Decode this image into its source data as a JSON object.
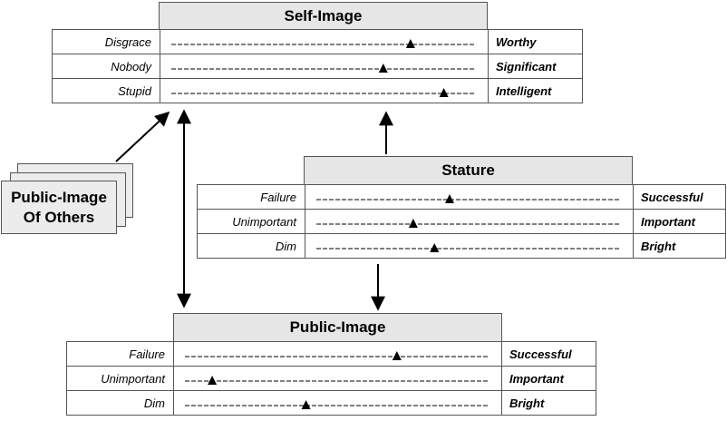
{
  "self_image": {
    "title": "Self-Image",
    "rows": [
      {
        "left": "Disgrace",
        "right": "Worthy",
        "value": 0.79
      },
      {
        "left": "Nobody",
        "right": "Significant",
        "value": 0.7
      },
      {
        "left": "Stupid",
        "right": "Intelligent",
        "value": 0.9
      }
    ]
  },
  "stature": {
    "title": "Stature",
    "rows": [
      {
        "left": "Failure",
        "right": "Successful",
        "value": 0.44
      },
      {
        "left": "Unimportant",
        "right": "Important",
        "value": 0.32
      },
      {
        "left": "Dim",
        "right": "Bright",
        "value": 0.39
      }
    ]
  },
  "public_image": {
    "title": "Public-Image",
    "rows": [
      {
        "left": "Failure",
        "right": "Successful",
        "value": 0.7
      },
      {
        "left": "Unimportant",
        "right": "Important",
        "value": 0.09
      },
      {
        "left": "Dim",
        "right": "Bright",
        "value": 0.4
      }
    ]
  },
  "public_image_of_others": {
    "line1": "Public-Image",
    "line2": "Of Others"
  },
  "colors": {
    "line": "#000000",
    "header_fill": "#e6e6e6",
    "border": "#555555"
  }
}
